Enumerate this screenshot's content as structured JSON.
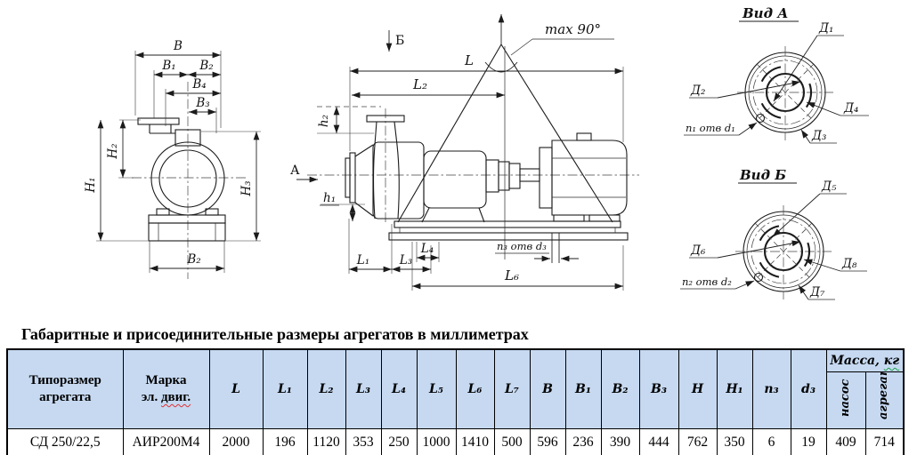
{
  "drawing": {
    "front_view": {
      "b": "В",
      "b1": "В₁",
      "b2": "В₂",
      "b4": "В₄",
      "b3": "В₃",
      "h2": "Н₂",
      "h1": "Н₁",
      "h3": "Н₃",
      "b2_bottom": "В₂",
      "view_arrow_a": "А"
    },
    "side_view": {
      "view_arrow_b": "Б",
      "max_angle": "max 90°",
      "l": "L",
      "l2": "L₂",
      "h2": "h₂",
      "h1": "h₁",
      "l1": "L₁",
      "l3": "L₃",
      "l4": "L₄",
      "l6": "L₆",
      "holes": "п₃ отв d₃"
    },
    "view_a": {
      "title": "Вид А",
      "d1": "Д₁",
      "d2": "Д₂",
      "d3": "Д₃",
      "d4": "Д₄",
      "holes": "п₁ отв d₁"
    },
    "view_b": {
      "title": "Вид Б",
      "d5": "Д₅",
      "d6": "Д₆",
      "d7": "Д₇",
      "d8": "Д₈",
      "holes": "п₂ отв d₂"
    }
  },
  "section_title": "Габаритные и присоединительные размеры агрегатов в миллиметрах",
  "table": {
    "type_header": {
      "line1": "Типоразмер",
      "line2": "агрегата"
    },
    "motor_header": {
      "line1": "Марка",
      "line2_prefix": "эл. ",
      "line2_marked": "двиг."
    },
    "dim_headers": [
      "L",
      "L₁",
      "L₂",
      "L₃",
      "L₄",
      "L₅",
      "L₆",
      "L₇",
      "В",
      "В₁",
      "В₂",
      "В₃",
      "Н",
      "Н₁",
      "n₃",
      "d₃"
    ],
    "mass_header": {
      "prefix": "Масса, ",
      "marked": "кг"
    },
    "mass_sub_headers": [
      "насос",
      "агрегат"
    ],
    "row": {
      "type": "СД 250/22,5",
      "motor": "АИР200М4",
      "values": [
        "2000",
        "196",
        "1120",
        "353",
        "250",
        "1000",
        "1410",
        "500",
        "596",
        "236",
        "390",
        "444",
        "762",
        "350",
        "6",
        "19"
      ],
      "mass_values": [
        "409",
        "714"
      ]
    }
  },
  "colors": {
    "header_bg": "#c6d9f1",
    "border": "#000000"
  }
}
